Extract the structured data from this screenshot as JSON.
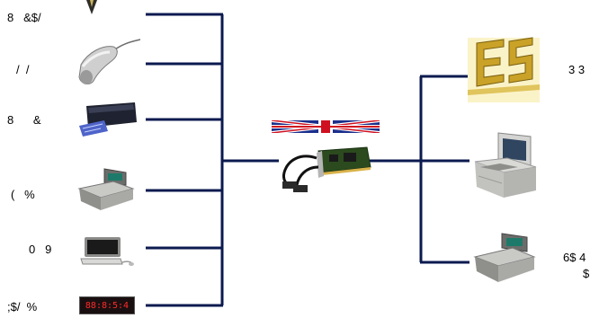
{
  "diagram": {
    "line_color": "#0b1a4f",
    "left_labels": [
      "8   &$/",
      "/  /",
      "8      &",
      "(   %",
      "0   9",
      ";$/  %"
    ],
    "right_labels": [
      "3 3",
      "6$ 4",
      "$"
    ],
    "devices_left": [
      "pen-icon",
      "barcode-scanner-icon",
      "card-reader-icon",
      "scale-icon",
      "monitor-icon",
      "led-display-icon"
    ],
    "devices_right": [
      "logo-icon",
      "pos-terminal-icon",
      "scale-icon"
    ],
    "center": [
      "uk-flag-icon",
      "serial-card-icon"
    ],
    "led_display_text": "88:8:5:4"
  }
}
